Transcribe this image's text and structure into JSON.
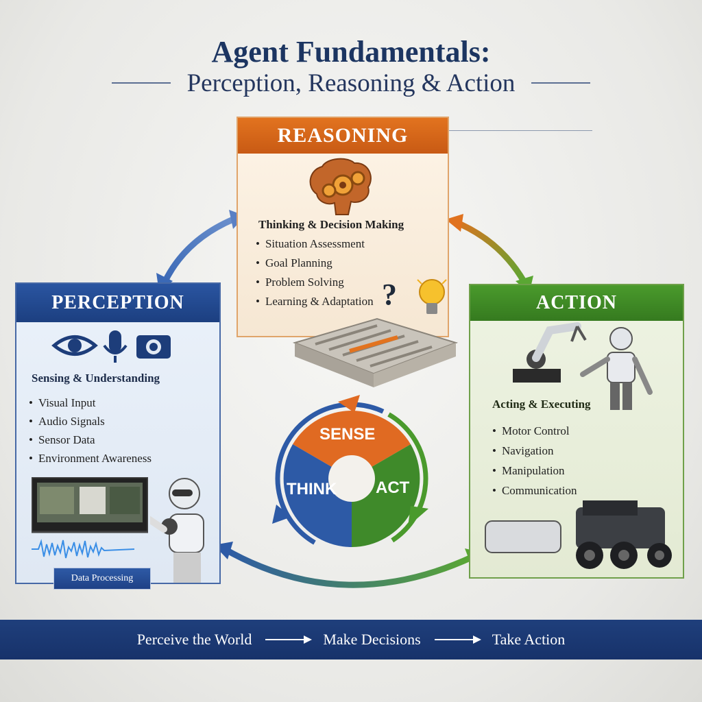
{
  "title": "Agent Fundamentals:",
  "subtitle": "Perception, Reasoning & Action",
  "reasoning": {
    "header": "REASONING",
    "subhead": "Thinking & Decision Making",
    "items": [
      "Situation Assessment",
      "Goal Planning",
      "Problem Solving",
      "Learning & Adaptation"
    ],
    "question_mark": "?"
  },
  "perception": {
    "header": "PERCEPTION",
    "subhead": "Sensing & Understanding",
    "items": [
      "Visual Input",
      "Audio Signals",
      "Sensor Data",
      "Environment Awareness"
    ],
    "badge": "Data Processing"
  },
  "action": {
    "header": "ACTION",
    "subhead": "Acting & Executing",
    "items": [
      "Motor Control",
      "Navigation",
      "Manipulation",
      "Communication"
    ]
  },
  "cycle": {
    "sense": "SENSE",
    "think": "THINK",
    "act": "ACT"
  },
  "bottom_bar": {
    "steps": [
      "Perceive the World",
      "Make Decisions",
      "Take Action"
    ]
  },
  "colors": {
    "navy": "#1c3561",
    "perception_blue": "#2a55a1",
    "reasoning_orange": "#e2731f",
    "action_green": "#4a9a2c"
  },
  "icons": [
    "brain-gears-icon",
    "lightbulb-icon",
    "maze-icon",
    "eye-icon",
    "microphone-icon",
    "camera-icon",
    "robot-arm-icon",
    "humanoid-robot-icon",
    "rover-icon",
    "monitor-icon",
    "soundwave-icon"
  ]
}
